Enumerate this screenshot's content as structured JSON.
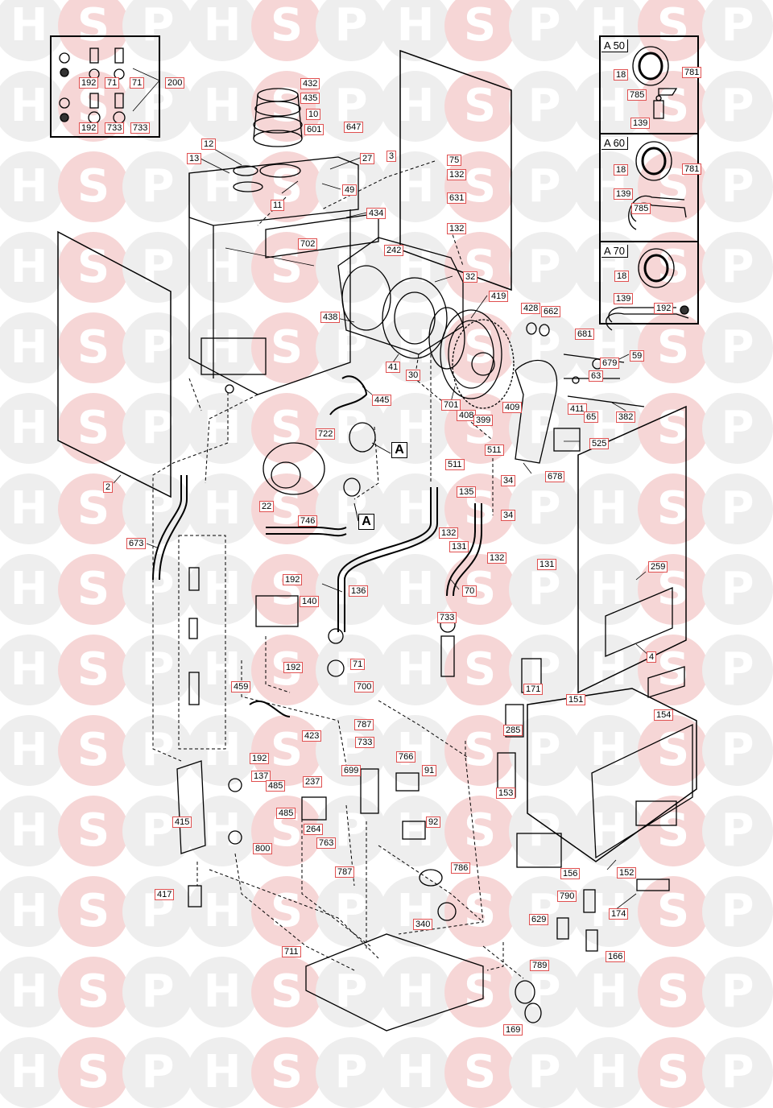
{
  "watermark": {
    "letters": [
      "H",
      "S",
      "P"
    ]
  },
  "diagram": {
    "inset_titles": [
      "A 50",
      "A 60",
      "A 70"
    ],
    "callout_tags": [
      "A",
      "A"
    ],
    "part_labels": [
      "192",
      "71",
      "71",
      "200",
      "192",
      "733",
      "733",
      "432",
      "435",
      "10",
      "601",
      "647",
      "12",
      "13",
      "27",
      "11",
      "49",
      "3",
      "75",
      "132",
      "631",
      "132",
      "434",
      "702",
      "242",
      "32",
      "419",
      "428",
      "662",
      "438",
      "41",
      "30",
      "681",
      "679",
      "59",
      "63",
      "701",
      "408",
      "399",
      "409",
      "411",
      "65",
      "382",
      "445",
      "2",
      "722",
      "525",
      "511",
      "511",
      "34",
      "135",
      "34",
      "22",
      "746",
      "678",
      "132",
      "131",
      "132",
      "131",
      "673",
      "192",
      "140",
      "136",
      "70",
      "259",
      "733",
      "192",
      "71",
      "700",
      "4",
      "171",
      "151",
      "459",
      "787",
      "154",
      "423",
      "285",
      "192",
      "733",
      "766",
      "137",
      "485",
      "237",
      "699",
      "91",
      "485",
      "264",
      "153",
      "415",
      "92",
      "763",
      "800",
      "152",
      "156",
      "787",
      "786",
      "417",
      "790",
      "174",
      "629",
      "340",
      "166",
      "711",
      "789",
      "169",
      "18",
      "781",
      "785",
      "139",
      "18",
      "781",
      "139",
      "785",
      "18",
      "139",
      "192"
    ]
  }
}
